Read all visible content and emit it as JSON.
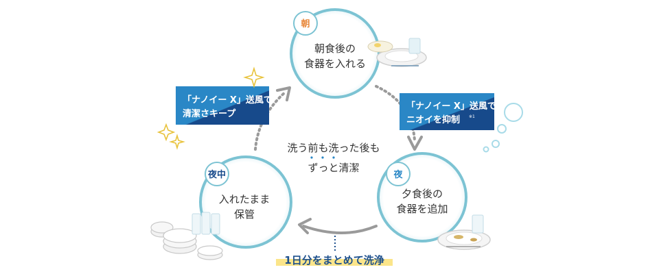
{
  "steps": {
    "morning": {
      "tag": "朝",
      "line1": "朝食後の",
      "line2": "食器を入れる"
    },
    "evening": {
      "tag": "夜",
      "line1": "夕食後の",
      "line2": "食器を追加"
    },
    "midnight": {
      "tag": "夜中",
      "line1": "入れたまま",
      "line2": "保管"
    }
  },
  "boxes": {
    "left": {
      "line1": "「ナノイー X」送風で",
      "line2": "清潔さキープ"
    },
    "right": {
      "line1": "「ナノイー X」送風で",
      "line2": "ニオイを抑制",
      "note": "※1"
    }
  },
  "center": {
    "line1": "洗う前も洗った後も",
    "line2": "ずっと清潔"
  },
  "bottom": {
    "label": "1日分をまとめて洗浄"
  },
  "colors": {
    "ring": "#7cc3d3",
    "box_dark": "#174a8b",
    "box_light": "#2a87c6",
    "tag_morning": "#e8873a",
    "tag_evening": "#2a87c6",
    "tag_midnight": "#174a8b",
    "arrow": "#9a9a9a",
    "highlight": "#fbe58a"
  }
}
